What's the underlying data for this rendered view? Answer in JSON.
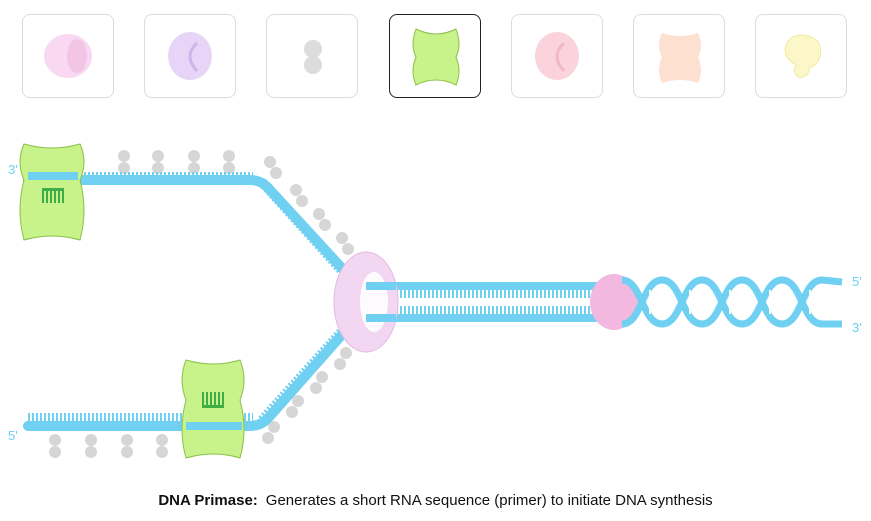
{
  "tabs": [
    {
      "name": "tab-1",
      "icon": "pink-ring-icon"
    },
    {
      "name": "tab-2",
      "icon": "purple-ring-icon"
    },
    {
      "name": "tab-3",
      "icon": "gray-dots-icon"
    },
    {
      "name": "tab-4",
      "icon": "green-primase-icon",
      "selected": true
    },
    {
      "name": "tab-5",
      "icon": "red-ring-icon"
    },
    {
      "name": "tab-6",
      "icon": "peach-block-icon"
    },
    {
      "name": "tab-7",
      "icon": "yellow-blob-icon"
    }
  ],
  "labels": {
    "top_left": "3'",
    "bottom_left": "5'",
    "right_top": "5'",
    "right_bottom": "3'"
  },
  "caption": {
    "title": "DNA Primase:",
    "text": "Generates a short RNA sequence (primer) to initiate DNA synthesis"
  },
  "colors": {
    "dna": "#6fd0f2",
    "primase": "#c8f28a",
    "helicase": "#f3d7f2",
    "topoisomerase": "#f3b8e0"
  }
}
